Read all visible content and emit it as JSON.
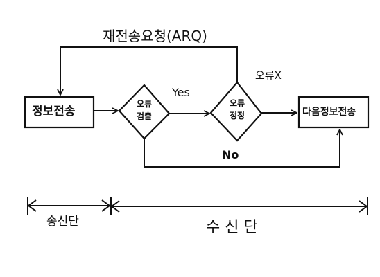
{
  "diagram": {
    "feedback_label": "재전송요청(ARQ)",
    "nodes": {
      "send": "정보전송",
      "detect_line1": "오류",
      "detect_line2": "검출",
      "correct_line1": "오류",
      "correct_line2": "정정",
      "receive": "다음정보전송"
    },
    "edges": {
      "yes": "Yes",
      "no": "No",
      "error_x": "오류X"
    },
    "sections": {
      "sender": "송신단",
      "receiver": "수 신 단"
    }
  }
}
